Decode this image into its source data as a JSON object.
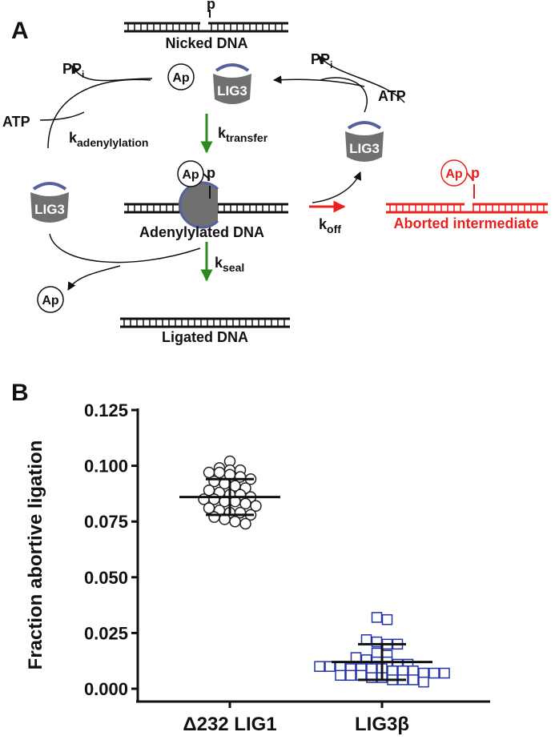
{
  "panel_a": {
    "label": "A",
    "nicked_dna": {
      "label": "Nicked DNA",
      "phosphate": "p"
    },
    "adenylylated_dna": {
      "label": "Adenylylated DNA",
      "phosphate": "p",
      "amp": "Ap"
    },
    "ligated_dna": {
      "label": "Ligated DNA"
    },
    "aborted": {
      "label": "Aborted intermediate",
      "amp": "Ap",
      "phosphate": "p",
      "color": "#e8211c"
    },
    "enzyme": "LIG3",
    "amp": "Ap",
    "ppi": {
      "main": "PP",
      "sub": "i"
    },
    "atp": "ATP",
    "rates": {
      "adenylylation": {
        "main": "k",
        "sub": "adenylylation"
      },
      "transfer": {
        "main": "k",
        "sub": "transfer"
      },
      "seal": {
        "main": "k",
        "sub": "seal"
      },
      "off": {
        "main": "k",
        "sub": "off"
      }
    },
    "colors": {
      "enzyme": "#707070",
      "enzyme_accent": "#55619a",
      "forward_arrow": "#2c8a1e",
      "off_arrow": "#e8211c"
    }
  },
  "panel_b": {
    "label": "B",
    "chart_data": {
      "type": "scatter",
      "ylabel": "Fraction abortive ligation",
      "categories": [
        "Δ232 LIG1",
        "LIG3β"
      ],
      "ylim": [
        0,
        0.125
      ],
      "yticks": [
        "0.000",
        "0.025",
        "0.050",
        "0.075",
        "0.100",
        "0.125"
      ],
      "series": [
        {
          "marker": "circle",
          "color": "#222222",
          "mean": 0.086,
          "sd": 0.008,
          "values": [
            0.102,
            0.099,
            0.098,
            0.098,
            0.097,
            0.097,
            0.096,
            0.095,
            0.094,
            0.093,
            0.092,
            0.091,
            0.09,
            0.089,
            0.088,
            0.087,
            0.087,
            0.086,
            0.085,
            0.085,
            0.084,
            0.084,
            0.083,
            0.082,
            0.081,
            0.08,
            0.079,
            0.079,
            0.078,
            0.077,
            0.076,
            0.075,
            0.074
          ]
        },
        {
          "marker": "square",
          "color": "#2233aa",
          "mean": 0.012,
          "sd": 0.008,
          "values": [
            0.032,
            0.031,
            0.022,
            0.021,
            0.02,
            0.02,
            0.016,
            0.015,
            0.014,
            0.013,
            0.012,
            0.012,
            0.011,
            0.011,
            0.01,
            0.01,
            0.01,
            0.009,
            0.009,
            0.009,
            0.009,
            0.008,
            0.008,
            0.008,
            0.007,
            0.007,
            0.007,
            0.006,
            0.006,
            0.006,
            0.005,
            0.005,
            0.004,
            0.004,
            0.004,
            0.003
          ]
        }
      ]
    }
  }
}
